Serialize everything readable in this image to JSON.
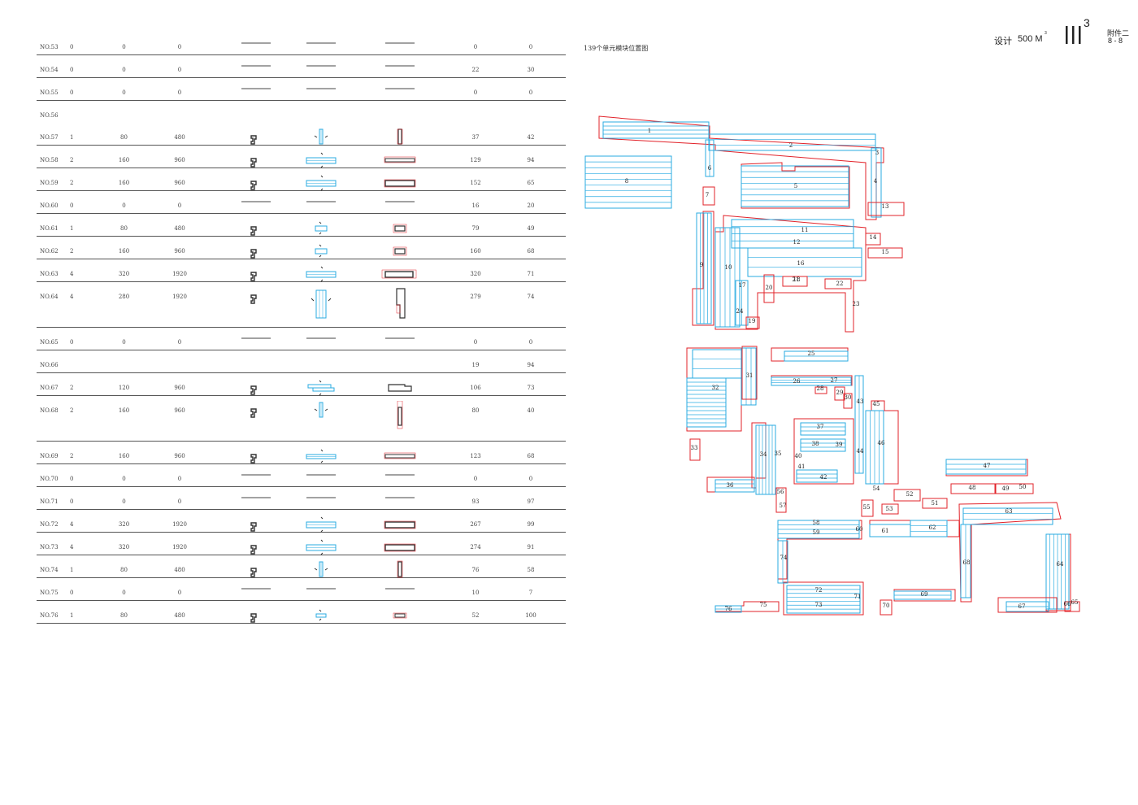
{
  "header": {
    "design_label": "设计",
    "design_value": "500 M",
    "design_exp": "3",
    "logo_text": "III",
    "logo_exp": "3",
    "annex": "附件二",
    "page": "8 - 8"
  },
  "map": {
    "title": "139个单元模块位置图",
    "colors": {
      "boundary": "#e2232a",
      "module": "#29abe2",
      "dark": "#2e3192"
    },
    "labels": [
      "1",
      "2",
      "3",
      "4",
      "5",
      "6",
      "7",
      "8",
      "9",
      "10",
      "11",
      "12",
      "13",
      "14",
      "15",
      "16",
      "17",
      "18",
      "19",
      "20",
      "21",
      "22",
      "23",
      "24",
      "25",
      "26",
      "27",
      "28",
      "29",
      "30",
      "31",
      "32",
      "33",
      "34",
      "35",
      "36",
      "37",
      "38",
      "39",
      "40",
      "41",
      "42",
      "43",
      "44",
      "45",
      "46",
      "47",
      "48",
      "49",
      "50",
      "51",
      "52",
      "53",
      "54",
      "55",
      "56",
      "57",
      "58",
      "59",
      "60",
      "61",
      "62",
      "63",
      "64",
      "65",
      "66",
      "67",
      "68",
      "69",
      "70",
      "71",
      "72",
      "73",
      "74",
      "75",
      "76"
    ]
  },
  "table": {
    "rows": [
      {
        "id": "NO.53",
        "a": "0",
        "b": "0",
        "c": "0",
        "plan": "dash",
        "mod": "dash",
        "out": "dash",
        "g": "0",
        "h": "0"
      },
      {
        "id": "NO.54",
        "a": "0",
        "b": "0",
        "c": "0",
        "plan": "dash",
        "mod": "dash",
        "out": "dash",
        "g": "22",
        "h": "30"
      },
      {
        "id": "NO.55",
        "a": "0",
        "b": "0",
        "c": "0",
        "plan": "dash",
        "mod": "dash",
        "out": "dash",
        "g": "0",
        "h": "0"
      },
      {
        "id": "NO.56",
        "a": "",
        "b": "",
        "c": "",
        "plan": "none",
        "mod": "none",
        "out": "none",
        "g": "",
        "h": "",
        "gap": true
      },
      {
        "id": "NO.57",
        "a": "1",
        "b": "80",
        "c": "480",
        "plan": "shape",
        "mod": "vert-small",
        "out": "vert-small",
        "g": "37",
        "h": "42"
      },
      {
        "id": "NO.58",
        "a": "2",
        "b": "160",
        "c": "960",
        "plan": "shape",
        "mod": "horiz",
        "out": "horiz-thin",
        "g": "129",
        "h": "94"
      },
      {
        "id": "NO.59",
        "a": "2",
        "b": "160",
        "c": "960",
        "plan": "shape",
        "mod": "horiz",
        "out": "horiz",
        "g": "152",
        "h": "65"
      },
      {
        "id": "NO.60",
        "a": "0",
        "b": "0",
        "c": "0",
        "plan": "dash",
        "mod": "dash",
        "out": "dash",
        "g": "16",
        "h": "20"
      },
      {
        "id": "NO.61",
        "a": "1",
        "b": "80",
        "c": "480",
        "plan": "shape",
        "mod": "small",
        "out": "small",
        "g": "79",
        "h": "49"
      },
      {
        "id": "NO.62",
        "a": "2",
        "b": "160",
        "c": "960",
        "plan": "shape",
        "mod": "small",
        "out": "small",
        "g": "160",
        "h": "68"
      },
      {
        "id": "NO.63",
        "a": "4",
        "b": "320",
        "c": "1920",
        "plan": "shape",
        "mod": "horiz",
        "out": "horiz-wide",
        "g": "320",
        "h": "71"
      },
      {
        "id": "NO.64",
        "a": "4",
        "b": "280",
        "c": "1920",
        "plan": "shape",
        "mod": "vert-big",
        "out": "vert-big",
        "g": "279",
        "h": "74",
        "tall": true
      },
      {
        "id": "NO.65",
        "a": "0",
        "b": "0",
        "c": "0",
        "plan": "dash",
        "mod": "dash",
        "out": "dash",
        "g": "0",
        "h": "0"
      },
      {
        "id": "NO.66",
        "a": "",
        "b": "",
        "c": "",
        "plan": "none",
        "mod": "none",
        "out": "none",
        "g": "19",
        "h": "94"
      },
      {
        "id": "NO.67",
        "a": "2",
        "b": "120",
        "c": "960",
        "plan": "shape",
        "mod": "horiz-offset",
        "out": "step",
        "g": "106",
        "h": "73"
      },
      {
        "id": "NO.68",
        "a": "2",
        "b": "160",
        "c": "960",
        "plan": "shape",
        "mod": "vert-small",
        "out": "vert-tall",
        "g": "80",
        "h": "40",
        "tall": true
      },
      {
        "id": "NO.69",
        "a": "2",
        "b": "160",
        "c": "960",
        "plan": "shape",
        "mod": "horiz-long",
        "out": "horiz-thin",
        "g": "123",
        "h": "68"
      },
      {
        "id": "NO.70",
        "a": "0",
        "b": "0",
        "c": "0",
        "plan": "dash",
        "mod": "dash",
        "out": "dash",
        "g": "0",
        "h": "0"
      },
      {
        "id": "NO.71",
        "a": "0",
        "b": "0",
        "c": "0",
        "plan": "dash",
        "mod": "dash",
        "out": "dash",
        "g": "93",
        "h": "97"
      },
      {
        "id": "NO.72",
        "a": "4",
        "b": "320",
        "c": "1920",
        "plan": "shape",
        "mod": "horiz",
        "out": "horiz",
        "g": "267",
        "h": "99"
      },
      {
        "id": "NO.73",
        "a": "4",
        "b": "320",
        "c": "1920",
        "plan": "shape",
        "mod": "horiz",
        "out": "horiz",
        "g": "274",
        "h": "91"
      },
      {
        "id": "NO.74",
        "a": "1",
        "b": "80",
        "c": "480",
        "plan": "shape",
        "mod": "vert-small",
        "out": "vert-mid",
        "g": "76",
        "h": "58"
      },
      {
        "id": "NO.75",
        "a": "0",
        "b": "0",
        "c": "0",
        "plan": "dash",
        "mod": "dash",
        "out": "dash",
        "g": "10",
        "h": "7"
      },
      {
        "id": "NO.76",
        "a": "1",
        "b": "80",
        "c": "480",
        "plan": "shape",
        "mod": "tiny",
        "out": "tiny",
        "g": "52",
        "h": "100"
      }
    ]
  }
}
